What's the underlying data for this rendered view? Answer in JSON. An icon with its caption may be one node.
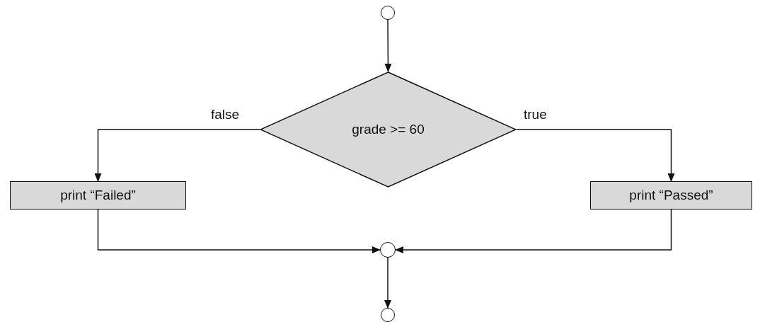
{
  "diagram": {
    "nodes": [
      {
        "text": [],
        "shape": "circle"
      },
      {
        "text": [
          "grade >= 60"
        ]
      },
      {
        "text": [
          "print “Failed”"
        ]
      },
      {
        "text": [
          "print “Passed”"
        ]
      },
      {
        "text": [],
        "shape": "circle"
      },
      {
        "text": [],
        "shape": "circle"
      }
    ],
    "edges": [
      {
        "from": 0,
        "to": 1,
        "arrow": "to"
      },
      {
        "from": 1,
        "to": 2,
        "arrow": "to",
        "label": "false"
      },
      {
        "from": 1,
        "to": 3,
        "arrow": "to",
        "label": "true"
      },
      {
        "from": 2,
        "to": 4,
        "arrow": "to"
      },
      {
        "from": 3,
        "to": 4,
        "arrow": "to"
      },
      {
        "from": 4,
        "to": 5,
        "arrow": "to"
      }
    ]
  }
}
